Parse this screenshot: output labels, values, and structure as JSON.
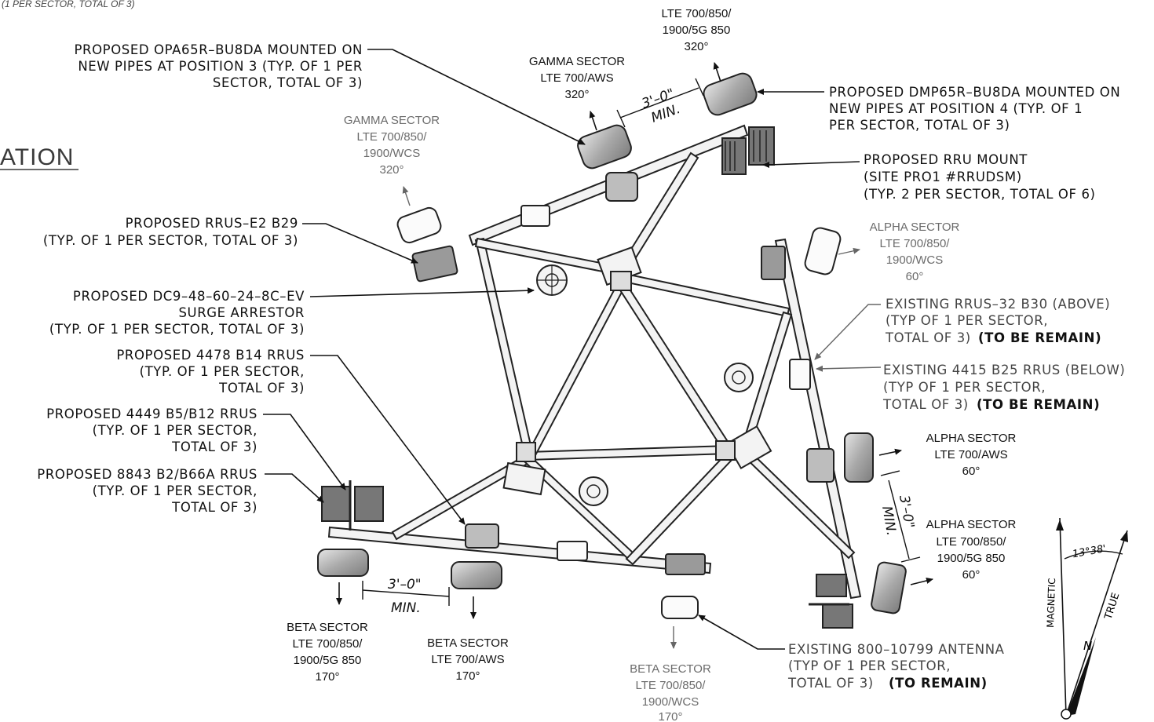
{
  "page": {
    "top_note": "(1 PER SECTOR, TOTAL OF 3)",
    "section_title_fragment": "ATION"
  },
  "callouts": {
    "opa65r": [
      "PROPOSED OPA65R–BU8DA MOUNTED ON",
      "NEW PIPES AT POSITION 3 (TYP. OF 1 PER",
      "SECTOR, TOTAL OF 3)"
    ],
    "dmp65r": [
      "PROPOSED DMP65R–BU8DA MOUNTED ON",
      "NEW PIPES AT POSITION 4 (TYP. OF 1",
      "PER SECTOR, TOTAL OF 3)"
    ],
    "rru_mount": [
      "PROPOSED RRU MOUNT",
      "(SITE PRO1 #RRUDSM)",
      "(TYP. 2 PER SECTOR, TOTAL OF 6)"
    ],
    "rrus_e2": [
      "PROPOSED RRUS–E2 B29",
      "(TYP. OF 1 PER SECTOR, TOTAL OF 3)"
    ],
    "dc9": [
      "PROPOSED DC9–48–60–24–8C–EV",
      "SURGE ARRESTOR",
      "(TYP. OF 1 PER SECTOR, TOTAL OF 3)"
    ],
    "b14": [
      "PROPOSED 4478 B14 RRUS",
      "(TYP. OF 1 PER SECTOR,",
      "TOTAL OF 3)"
    ],
    "b5b12": [
      "PROPOSED 4449 B5/B12 RRUS",
      "(TYP. OF 1 PER SECTOR,",
      "TOTAL OF 3)"
    ],
    "b2b66a": [
      "PROPOSED 8843 B2/B66A RRUS",
      "(TYP. OF 1 PER SECTOR,",
      "TOTAL OF 3)"
    ],
    "rrus32": [
      "EXISTING RRUS–32 B30 (ABOVE)",
      "(TYP OF 1 PER SECTOR,",
      "TOTAL OF 3)"
    ],
    "rrus32_remain": "(TO BE REMAIN)",
    "b25": [
      "EXISTING 4415 B25 RRUS (BELOW)",
      "(TYP OF 1 PER SECTOR,",
      "TOTAL OF 3)"
    ],
    "b25_remain": "(TO BE REMAIN)",
    "antenna800": [
      "EXISTING 800–10799 ANTENNA",
      "(TYP OF 1 PER SECTOR,",
      "TOTAL OF 3)"
    ],
    "antenna800_remain": "(TO REMAIN)"
  },
  "sectors": {
    "gamma_top": [
      "LTE 700/850/",
      "1900/5G 850",
      "320°"
    ],
    "gamma_aws": [
      "GAMMA SECTOR",
      "LTE 700/AWS",
      "320°"
    ],
    "gamma_wcs": [
      "GAMMA SECTOR",
      "LTE 700/850/",
      "1900/WCS",
      "320°"
    ],
    "alpha_wcs": [
      "ALPHA SECTOR",
      "LTE 700/850/",
      "1900/WCS",
      "60°"
    ],
    "alpha_aws": [
      "ALPHA SECTOR",
      "LTE 700/AWS",
      "60°"
    ],
    "alpha_5g": [
      "ALPHA SECTOR",
      "LTE 700/850/",
      "1900/5G 850",
      "60°"
    ],
    "beta_5g": [
      "BETA SECTOR",
      "LTE 700/850/",
      "1900/5G 850",
      "170°"
    ],
    "beta_aws": [
      "BETA SECTOR",
      "LTE 700/AWS",
      "170°"
    ],
    "beta_wcs": [
      "BETA SECTOR",
      "LTE 700/850/",
      "1900/WCS",
      "170°"
    ]
  },
  "dimensions": {
    "spacing": "3'–0\"",
    "min": "MIN."
  },
  "north_arrow": {
    "declination": "13°38'",
    "magnetic": "MAGNETIC",
    "true": "TRUE",
    "n": "N"
  },
  "colors": {
    "line": "#111111",
    "antenna_fill": "#b8b8b8",
    "grey_text": "#6b6b6b"
  }
}
